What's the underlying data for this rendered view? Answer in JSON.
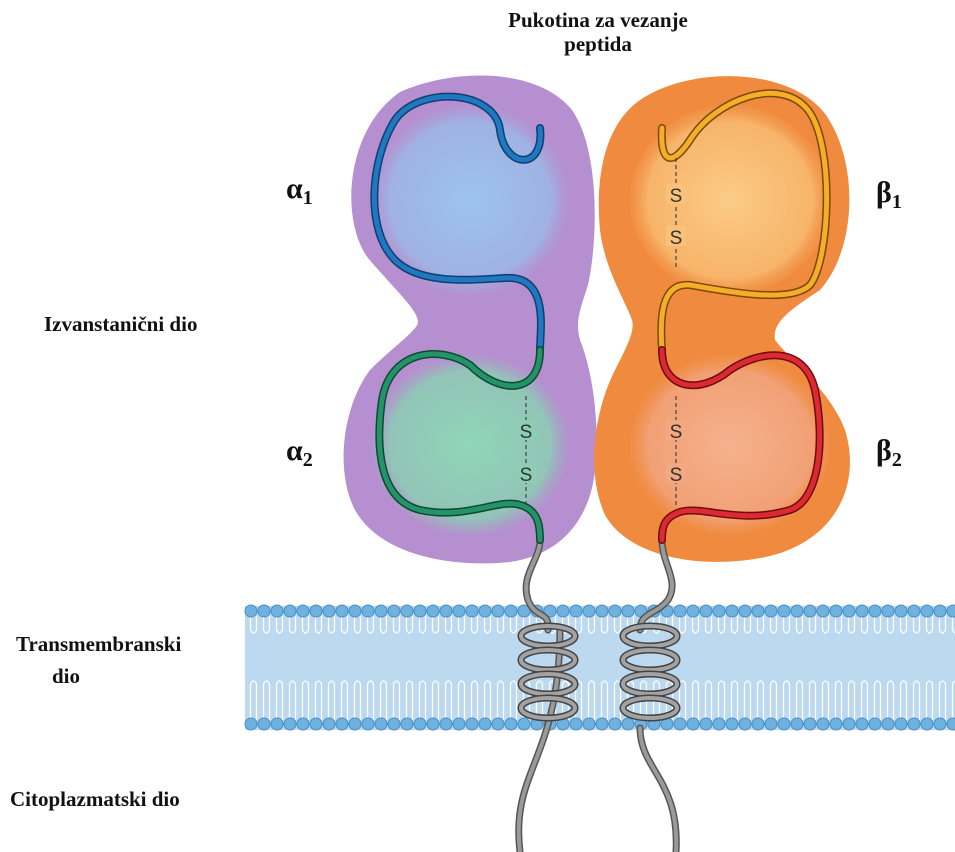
{
  "title_line1": "Pukotina za vezanje",
  "title_line2": "peptida",
  "regions": {
    "extracellular": "Izvanstanični dio",
    "transmembrane_line1": "Transmembranski",
    "transmembrane_line2": "dio",
    "cytoplasmic": "Citoplazmatski dio"
  },
  "chains": {
    "alpha1": {
      "greek": "α",
      "sub": "1"
    },
    "alpha2": {
      "greek": "α",
      "sub": "2"
    },
    "beta1": {
      "greek": "β",
      "sub": "1"
    },
    "beta2": {
      "greek": "β",
      "sub": "2"
    }
  },
  "disulfide_letter": "S",
  "colors": {
    "alpha_body": "#b58fcf",
    "alpha1_fill": "#8fb6e6",
    "alpha2_fill": "#86cfb0",
    "alpha1_strand": "#1f6fb3",
    "alpha2_strand": "#1d8a5a",
    "beta_body": "#f08a3e",
    "beta1_fill": "#f9c278",
    "beta2_fill": "#f2a880",
    "beta1_strand": "#f1a21a",
    "beta2_strand": "#d8272f",
    "tail": "#8d8d8d",
    "membrane": "#bcd9ef",
    "lipid_head": "#6fb2e0"
  }
}
